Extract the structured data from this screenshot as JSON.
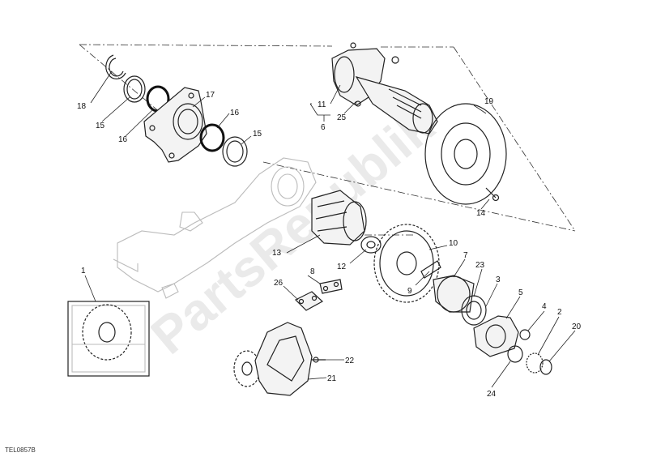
{
  "watermark": "PartsRepublik",
  "drawing_code": "TEL0857B",
  "callouts": [
    {
      "id": "c1",
      "label": "1"
    },
    {
      "id": "c2",
      "label": "2"
    },
    {
      "id": "c3",
      "label": "3"
    },
    {
      "id": "c4",
      "label": "4"
    },
    {
      "id": "c5",
      "label": "5"
    },
    {
      "id": "c6",
      "label": "6"
    },
    {
      "id": "c7",
      "label": "7"
    },
    {
      "id": "c8",
      "label": "8"
    },
    {
      "id": "c9",
      "label": "9"
    },
    {
      "id": "c10",
      "label": "10"
    },
    {
      "id": "c11",
      "label": "11"
    },
    {
      "id": "c12",
      "label": "12"
    },
    {
      "id": "c13",
      "label": "13"
    },
    {
      "id": "c14",
      "label": "14"
    },
    {
      "id": "c15a",
      "label": "15"
    },
    {
      "id": "c15b",
      "label": "15"
    },
    {
      "id": "c16a",
      "label": "16"
    },
    {
      "id": "c16b",
      "label": "16"
    },
    {
      "id": "c17",
      "label": "17"
    },
    {
      "id": "c18",
      "label": "18"
    },
    {
      "id": "c19",
      "label": "19"
    },
    {
      "id": "c20",
      "label": "20"
    },
    {
      "id": "c21",
      "label": "21"
    },
    {
      "id": "c22",
      "label": "22"
    },
    {
      "id": "c23",
      "label": "23"
    },
    {
      "id": "c24",
      "label": "24"
    },
    {
      "id": "c25",
      "label": "25"
    },
    {
      "id": "c26",
      "label": "26"
    }
  ]
}
